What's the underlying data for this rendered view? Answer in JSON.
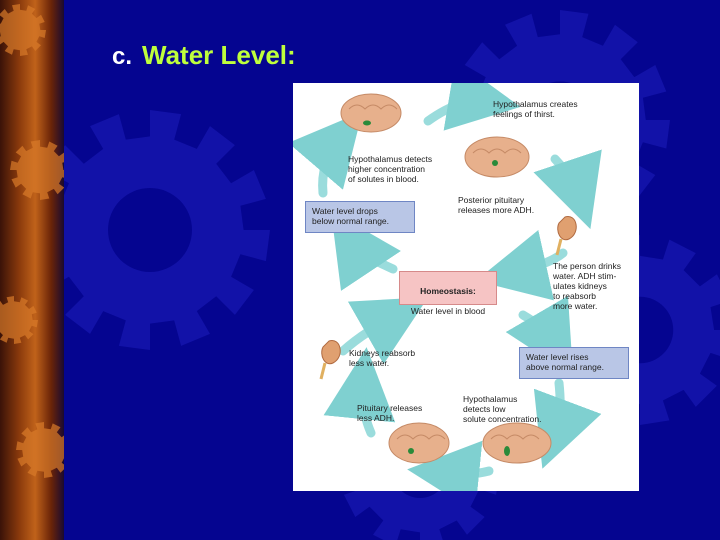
{
  "slide": {
    "title_letter": "c.",
    "title_text": "Water Level:",
    "colors": {
      "background": "#050590",
      "title_text": "#bfff3c",
      "arrow": "#7fd0d0",
      "blue_box": "#b9c6e6",
      "pink_box": "#f6c4c4",
      "brain": "#e7b08c"
    }
  },
  "diagram": {
    "center": {
      "heading": "Homeostasis:",
      "text": "Water level in blood"
    },
    "boxes": {
      "drops": "Water level drops\nbelow normal range.",
      "rises": "Water level rises\nabove normal range."
    },
    "labels": {
      "hypo_creates": "Hypothalamus creates\nfeelings of thirst.",
      "hypo_detects_high": "Hypothalamus detects\nhigher concentration\nof solutes in blood.",
      "posterior": "Posterior pituitary\nreleases more ADH.",
      "drinks": "The person drinks\nwater. ADH stim-\nulates kidneys\nto reabsorb\nmore water.",
      "kidneys_less": "Kidneys reabsorb\nless water.",
      "pituitary_less": "Pituitary releases\nless ADH.",
      "hypo_detects_low": "Hypothalamus\ndetects low\nsolute concentration."
    },
    "icons": [
      "brain-icon",
      "kidney-icon",
      "curved-arrow-icon"
    ]
  }
}
